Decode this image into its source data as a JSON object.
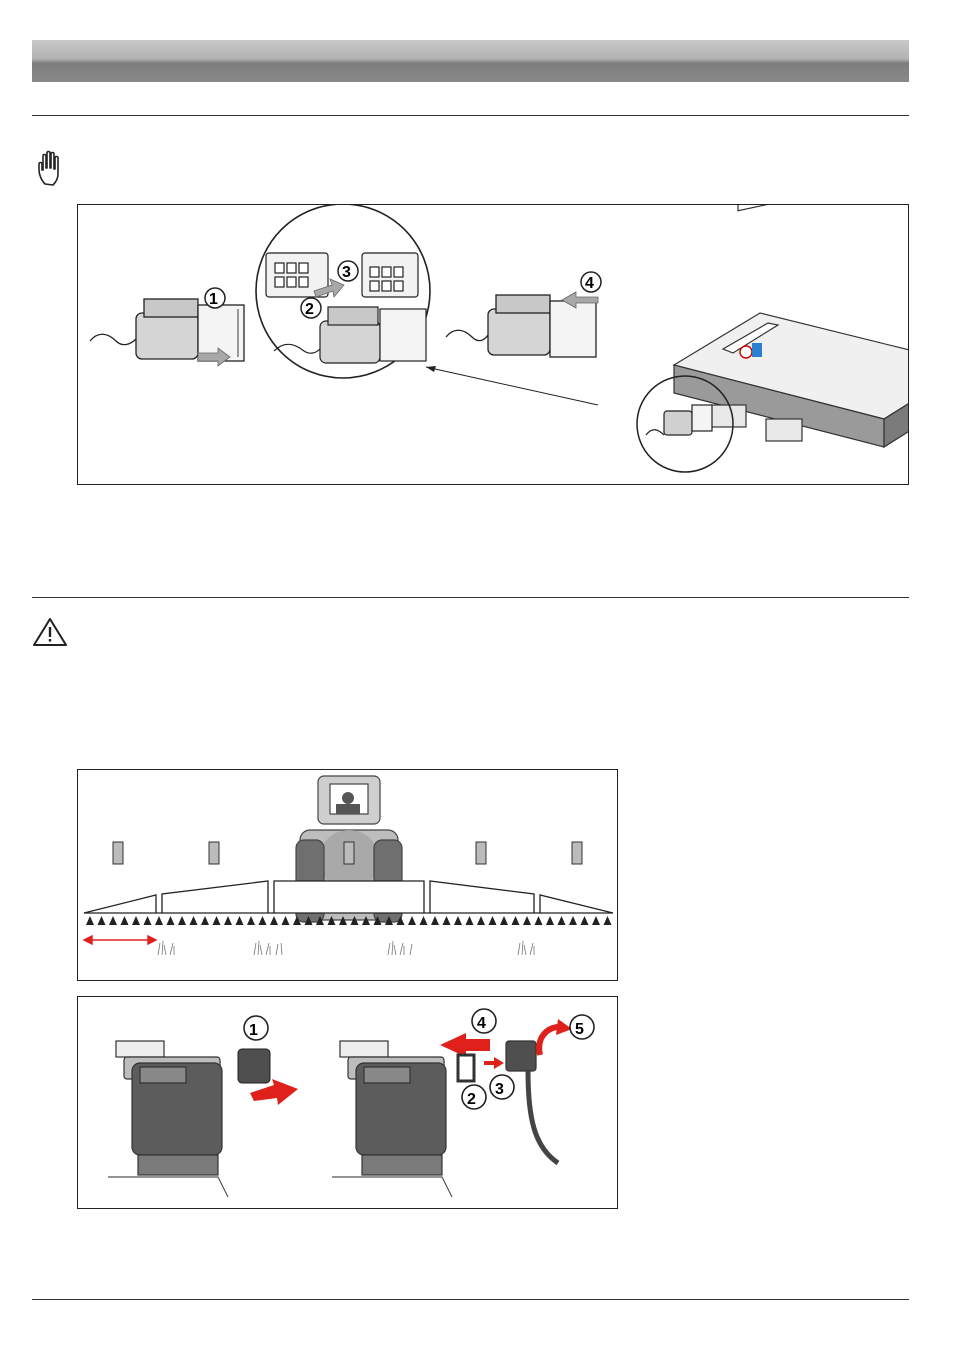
{
  "icons": {
    "note": "hand-stop-icon",
    "warning": "warning-triangle-icon"
  },
  "figure_connector": {
    "step_numbers": [
      "1",
      "2",
      "3",
      "4"
    ]
  },
  "figure_boom": {
    "sections": 5
  },
  "figure_valve": {
    "step_numbers": [
      "1",
      "2",
      "3",
      "4",
      "5"
    ]
  },
  "colors": {
    "header_top": "#c9c9c9",
    "header_bottom": "#7d7d7d",
    "arrow_red": "#e0201b",
    "arrow_grey": "#9a9a9a"
  }
}
